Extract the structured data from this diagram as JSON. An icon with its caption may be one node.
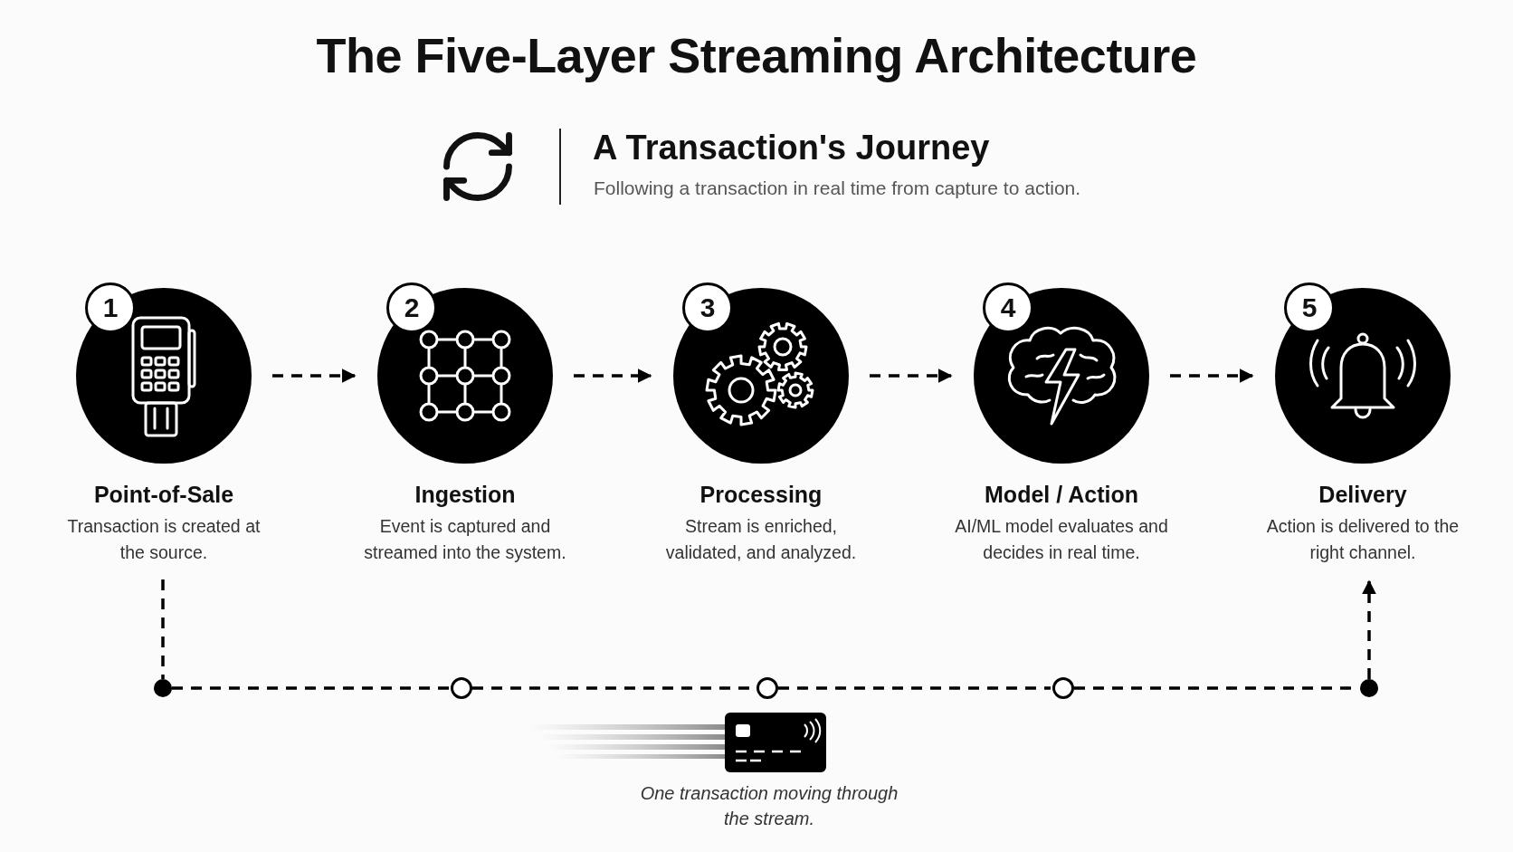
{
  "diagram": {
    "title": "The Five-Layer Streaming Architecture",
    "nodes": [
      {
        "text": [
          "1",
          "Point-of-Sale",
          "Transaction is created at the source."
        ]
      },
      {
        "text": [
          "2",
          "Ingestion",
          "Event is captured and streamed into the system."
        ]
      },
      {
        "text": [
          "3",
          "Processing",
          "Stream is enriched, validated, and analyzed."
        ]
      },
      {
        "text": [
          "4",
          "Model / Action",
          "AI/ML model evaluates and decides in real time."
        ]
      },
      {
        "text": [
          "5",
          "Delivery",
          "Action is delivered to the right channel."
        ]
      },
      {
        "text": [],
        "shape": "circle"
      },
      {
        "text": [],
        "shape": "circle"
      },
      {
        "text": [],
        "shape": "circle"
      },
      {
        "text": [],
        "shape": "circle"
      },
      {
        "text": [],
        "shape": "circle"
      }
    ],
    "edges": [
      {
        "from": 0,
        "to": 1,
        "arrow": "to",
        "style": "dashed"
      },
      {
        "from": 1,
        "to": 2,
        "arrow": "to",
        "style": "dashed"
      },
      {
        "from": 2,
        "to": 3,
        "arrow": "to",
        "style": "dashed"
      },
      {
        "from": 3,
        "to": 4,
        "arrow": "to",
        "style": "dashed"
      },
      {
        "from": 0,
        "to": 5,
        "arrow": "none",
        "style": "dashed"
      },
      {
        "from": 5,
        "to": 6,
        "arrow": "none",
        "style": "dashed"
      },
      {
        "from": 6,
        "to": 7,
        "arrow": "none",
        "style": "dashed"
      },
      {
        "from": 7,
        "to": 8,
        "arrow": "none",
        "style": "dashed"
      },
      {
        "from": 8,
        "to": 9,
        "arrow": "none",
        "style": "dashed"
      },
      {
        "from": 9,
        "to": 4,
        "arrow": "to",
        "style": "dashed"
      }
    ],
    "labels": [
      "A Transaction's Journey",
      "Following a transaction in real time from capture to action.",
      "One transaction moving through the stream."
    ]
  }
}
